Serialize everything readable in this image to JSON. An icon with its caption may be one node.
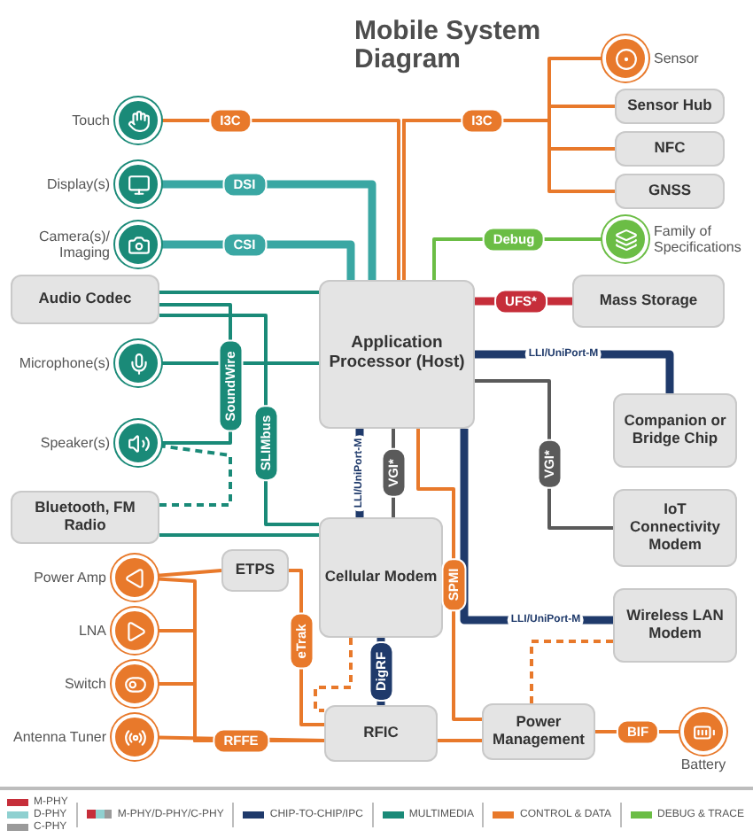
{
  "diagram": {
    "title": "Mobile System Diagram",
    "nodes": [
      {
        "text": [],
        "shape": "circle",
        "beside": [
          "Touch"
        ]
      },
      {
        "text": [],
        "shape": "circle",
        "beside": [
          "Display(s)"
        ]
      },
      {
        "text": [],
        "shape": "circle",
        "beside": [
          "Camera(s)/ Imaging"
        ]
      },
      {
        "text": [
          "Audio Codec"
        ]
      },
      {
        "text": [],
        "shape": "circle",
        "beside": [
          "Microphone(s)"
        ]
      },
      {
        "text": [],
        "shape": "circle",
        "beside": [
          "Speaker(s)"
        ]
      },
      {
        "text": [
          "Bluetooth, FM Radio"
        ]
      },
      {
        "text": [
          "Application Processor (Host)"
        ]
      },
      {
        "text": [],
        "shape": "circle",
        "beside": [
          "Sensor"
        ]
      },
      {
        "text": [
          "Sensor Hub"
        ]
      },
      {
        "text": [
          "NFC"
        ]
      },
      {
        "text": [
          "GNSS"
        ]
      },
      {
        "text": [],
        "shape": "circle",
        "beside": [
          "Family of Specifications"
        ]
      },
      {
        "text": [
          "Mass Storage"
        ]
      },
      {
        "text": [
          "Companion or Bridge Chip"
        ]
      },
      {
        "text": [
          "IoT Connectivity Modem"
        ]
      },
      {
        "text": [
          "Cellular Modem"
        ]
      },
      {
        "text": [
          "ETPS"
        ]
      },
      {
        "text": [],
        "shape": "circle",
        "beside": [
          "Power Amp"
        ]
      },
      {
        "text": [],
        "shape": "circle",
        "beside": [
          "LNA"
        ]
      },
      {
        "text": [],
        "shape": "circle",
        "beside": [
          "Switch"
        ]
      },
      {
        "text": [],
        "shape": "circle",
        "beside": [
          "Antenna Tuner"
        ]
      },
      {
        "text": [
          "Wireless LAN Modem"
        ]
      },
      {
        "text": [
          "RFIC"
        ]
      },
      {
        "text": [
          "Power Management"
        ]
      },
      {
        "text": [],
        "shape": "circle",
        "beside": [
          "Battery"
        ]
      }
    ],
    "edges": [
      {
        "from": 0,
        "to": 7,
        "arrow": "none",
        "label": "I3C",
        "color": "#e8792b"
      },
      {
        "from": 7,
        "to": 8,
        "arrow": "none",
        "label": "I3C",
        "color": "#e8792b"
      },
      {
        "from": 7,
        "to": 9,
        "arrow": "none",
        "color": "#e8792b"
      },
      {
        "from": 7,
        "to": 10,
        "arrow": "none",
        "color": "#e8792b"
      },
      {
        "from": 7,
        "to": 11,
        "arrow": "none",
        "color": "#e8792b"
      },
      {
        "from": 1,
        "to": 7,
        "arrow": "none",
        "label": "DSI",
        "style": "thick",
        "color": "#3aa7a3"
      },
      {
        "from": 2,
        "to": 7,
        "arrow": "none",
        "label": "CSI",
        "style": "thick",
        "color": "#3aa7a3"
      },
      {
        "from": 3,
        "to": 7,
        "arrow": "none",
        "color": "#1a8a78"
      },
      {
        "from": 4,
        "to": 7,
        "arrow": "none",
        "color": "#1a8a78"
      },
      {
        "from": 5,
        "to": 3,
        "arrow": "none",
        "label": "SoundWire",
        "color": "#1a8a78"
      },
      {
        "from": 6,
        "to": 5,
        "arrow": "none",
        "style": "dashed",
        "color": "#1a8a78"
      },
      {
        "from": 3,
        "to": 16,
        "arrow": "none",
        "label": "SLIMbus",
        "color": "#1a8a78"
      },
      {
        "from": 6,
        "to": 16,
        "arrow": "none",
        "color": "#1a8a78"
      },
      {
        "from": 7,
        "to": 13,
        "arrow": "none",
        "label": "UFS*",
        "style": "thick",
        "color": "#c62e3a"
      },
      {
        "from": 7,
        "to": 14,
        "arrow": "none",
        "label": "LLI/UniPort-M",
        "style": "thick",
        "color": "#1f3a6b"
      },
      {
        "from": 7,
        "to": 15,
        "arrow": "none",
        "label": "VGI*",
        "color": "#5a5a5a"
      },
      {
        "from": 7,
        "to": 16,
        "arrow": "none",
        "label": "LLI/UniPort-M",
        "style": "thick",
        "color": "#1f3a6b"
      },
      {
        "from": 7,
        "to": 16,
        "arrow": "none",
        "label": "VGI*",
        "color": "#5a5a5a"
      },
      {
        "from": 7,
        "to": 22,
        "arrow": "none",
        "label": "LLI/UniPort-M",
        "style": "thick",
        "color": "#1f3a6b"
      },
      {
        "from": 7,
        "to": 24,
        "arrow": "none",
        "label": "SPMI",
        "color": "#e8792b"
      },
      {
        "from": 22,
        "to": 24,
        "arrow": "none",
        "style": "dashed",
        "color": "#e8792b"
      },
      {
        "from": 7,
        "to": 12,
        "arrow": "none",
        "label": "Debug",
        "color": "#6bbd45"
      },
      {
        "from": 16,
        "to": 23,
        "arrow": "none",
        "label": "DigRF",
        "style": "thick",
        "color": "#1f3a6b"
      },
      {
        "from": 16,
        "to": 23,
        "arrow": "none",
        "style": "dashed",
        "color": "#e8792b"
      },
      {
        "from": 17,
        "to": 23,
        "arrow": "none",
        "label": "eTrak",
        "color": "#e8792b"
      },
      {
        "from": 23,
        "to": 24,
        "arrow": "none",
        "color": "#e8792b"
      },
      {
        "from": 24,
        "to": 25,
        "arrow": "none",
        "label": "BIF",
        "color": "#e8792b"
      },
      {
        "from": 23,
        "to": 21,
        "arrow": "none",
        "label": "RFFE",
        "color": "#e8792b"
      },
      {
        "from": 23,
        "to": 18,
        "arrow": "none",
        "color": "#e8792b"
      },
      {
        "from": 23,
        "to": 19,
        "arrow": "none",
        "color": "#e8792b"
      },
      {
        "from": 23,
        "to": 20,
        "arrow": "none",
        "color": "#e8792b"
      },
      {
        "from": 17,
        "to": 18,
        "arrow": "none",
        "color": "#e8792b"
      }
    ],
    "legend": [
      {
        "text": "M-PHY",
        "color": "#c62e3a"
      },
      {
        "text": "D-PHY",
        "color": "#8fd0d0"
      },
      {
        "text": "C-PHY",
        "color": "#9a9a9a"
      },
      {
        "text": "M-PHY/D-PHY/C-PHY"
      },
      {
        "text": "CHIP-TO-CHIP/IPC",
        "color": "#1f3a6b"
      },
      {
        "text": "MULTIMEDIA",
        "color": "#1a8a78"
      },
      {
        "text": "CONTROL & DATA",
        "color": "#e8792b"
      },
      {
        "text": "DEBUG & TRACE",
        "color": "#6bbd45"
      }
    ]
  }
}
